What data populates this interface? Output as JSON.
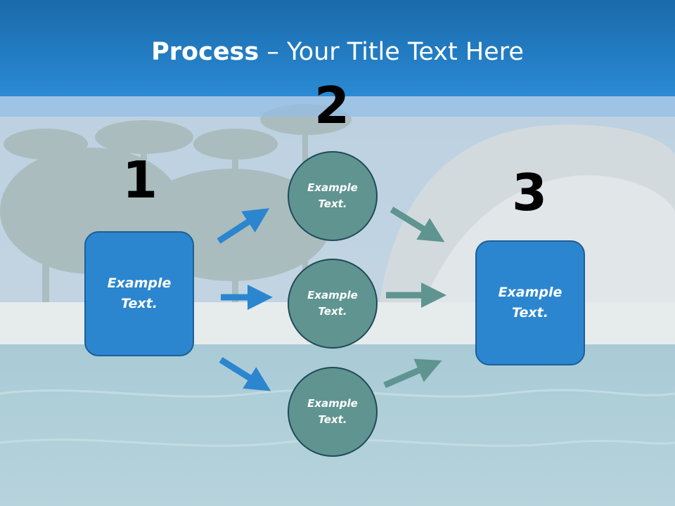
{
  "title": {
    "bold": "Process",
    "rest": " – Your Title Text Here"
  },
  "steps": {
    "one": "1",
    "two": "2",
    "three": "3"
  },
  "left_box": {
    "label": "Example Text."
  },
  "circles": [
    {
      "label": "Example Text."
    },
    {
      "label": "Example Text."
    },
    {
      "label": "Example Text."
    }
  ],
  "right_box": {
    "label": "Example Text."
  },
  "colors": {
    "title_bar": "#2a8ad4",
    "box_fill": "#2b86cf",
    "circle_fill": "#5f9491",
    "arrow_blue": "#2b86cf",
    "arrow_teal": "#5f9491"
  }
}
